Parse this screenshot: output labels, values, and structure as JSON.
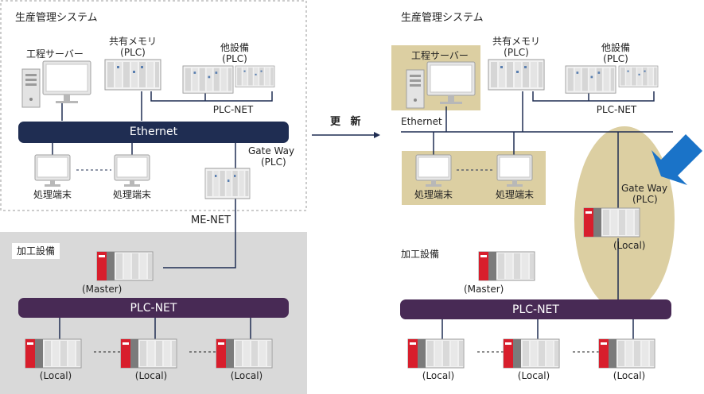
{
  "colors": {
    "ethernet_bar": "#1f2d52",
    "plcnet_bar": "#482a55",
    "highlight": "#dccfa2",
    "process_area": "#d9d9d9",
    "arrow_blue": "#1a73c8",
    "plc_red": "#d81e2c"
  },
  "left": {
    "system_title": "生産管理システム",
    "process_server": "工程サーバー",
    "shared_memory": "共有メモリ",
    "shared_memory_sub": "(PLC)",
    "other_equipment": "他設備",
    "other_equipment_sub": "(PLC)",
    "plc_net_top": "PLC-NET",
    "ethernet": "Ethernet",
    "gateway": "Gate Way",
    "gateway_sub": "(PLC)",
    "terminal1": "処理端末",
    "terminal2": "処理端末",
    "me_net": "ME-NET",
    "processing_equipment": "加工設備",
    "master": "(Master)",
    "plc_net": "PLC-NET",
    "local1": "(Local)",
    "local2": "(Local)",
    "local3": "(Local)"
  },
  "arrow_label": "更 新",
  "right": {
    "system_title": "生産管理システム",
    "process_server": "工程サーバー",
    "shared_memory": "共有メモリ",
    "shared_memory_sub": "(PLC)",
    "other_equipment": "他設備",
    "other_equipment_sub": "(PLC)",
    "plc_net_top": "PLC-NET",
    "ethernet": "Ethernet",
    "terminal1": "処理端末",
    "terminal2": "処理端末",
    "gateway": "Gate Way",
    "gateway_sub": "(PLC)",
    "gateway_local": "(Local)",
    "processing_equipment": "加工設備",
    "master": "(Master)",
    "plc_net": "PLC-NET",
    "local1": "(Local)",
    "local2": "(Local)",
    "local3": "(Local)"
  }
}
